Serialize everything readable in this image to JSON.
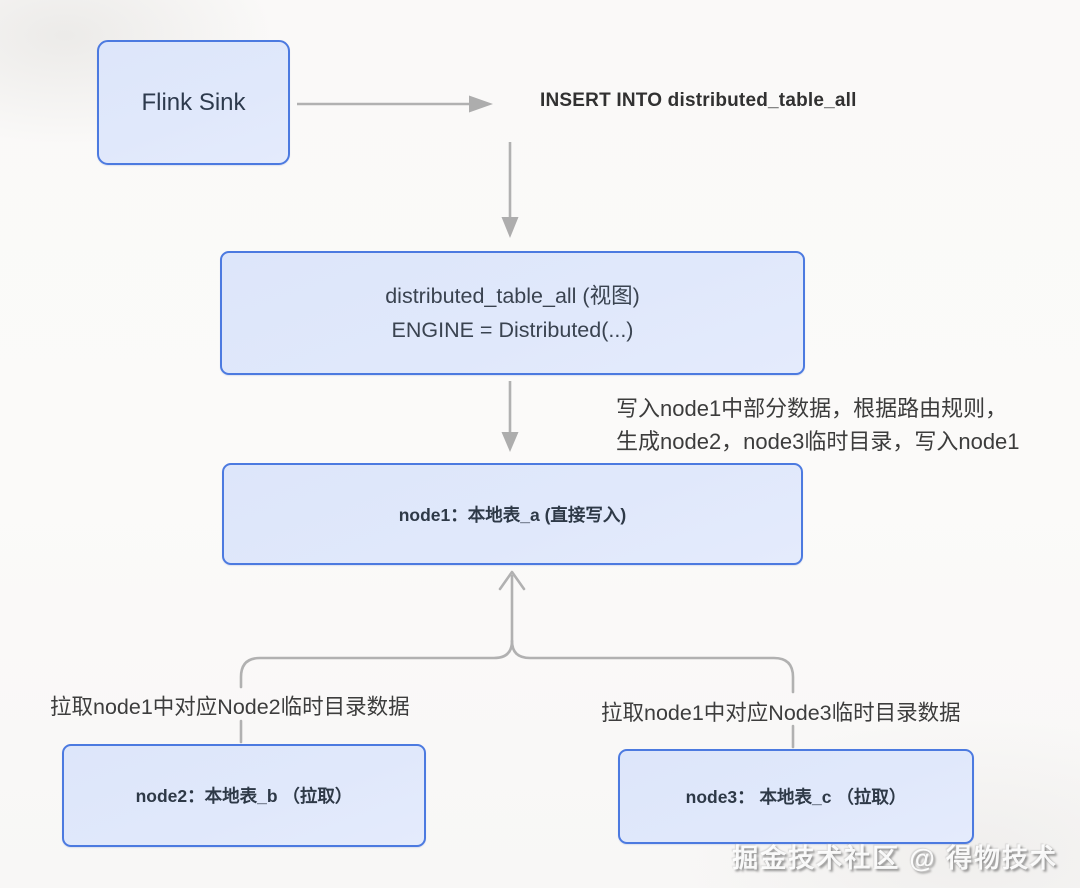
{
  "colors": {
    "box_border": "#4c7ae0",
    "box_fill": "#dde6fa",
    "connector_gray": "#b1b1b1",
    "box_text": "#2e3947",
    "note_text": "#3c3c3c",
    "background": "#faf9f8"
  },
  "diagram": {
    "flink_box": {
      "label": "Flink Sink"
    },
    "insert_statement": "INSERT INTO distributed_table_all",
    "distributed_box": {
      "line1": "distributed_table_all (视图)",
      "line2": "ENGINE = Distributed(...)"
    },
    "routing_note": {
      "line1": "写入node1中部分数据，根据路由规则，",
      "line2": "生成node2，node3临时目录，写入node1"
    },
    "node1_box": {
      "label": "node1：本地表_a (直接写入)"
    },
    "node2_pull_label": "拉取node1中对应Node2临时目录数据",
    "node3_pull_label": "拉取node1中对应Node3临时目录数据",
    "node2_box": {
      "label": "node2：本地表_b （拉取）"
    },
    "node3_box": {
      "label": "node3： 本地表_c （拉取）"
    },
    "watermark": "掘金技术社区 @ 得物技术"
  }
}
